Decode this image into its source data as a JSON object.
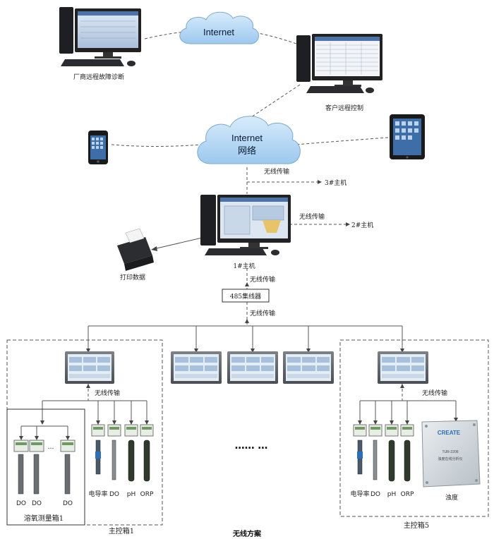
{
  "clouds": {
    "top": "Internet",
    "middle_line1": "Internet",
    "middle_line2": "网络"
  },
  "pc_labels": {
    "vendor": "厂商远程故障诊断",
    "client": "客户远程控制",
    "host1": "1#主机"
  },
  "links": {
    "wireless_3": "无线传输",
    "host3": "3#主机",
    "wireless_2": "无线传输",
    "host2": "2#主机",
    "wireless_host_hub": "无线传输",
    "wireless_hub_panels": "无线传输",
    "wireless_left": "无线传输",
    "wireless_right": "无线传输"
  },
  "printer_label": "打印数据",
  "hub_label": "485集线器",
  "ellipsis": "…… …",
  "small_ellipsis": "…",
  "sensors": {
    "do_a": "DO",
    "do_b": "DO",
    "do_c": "DO",
    "cond_left": "电导率",
    "do_left": "DO",
    "ph_left": "pH",
    "orp_left": "ORP",
    "cond_right": "电导率",
    "do_right": "DO",
    "ph_right": "pH",
    "orp_right": "ORP",
    "turbidity": "浊度"
  },
  "box_labels": {
    "do_box": "溶氧测量箱1",
    "main_box1": "主控箱1",
    "main_box5": "主控箱5"
  },
  "analyzer": {
    "brand": "CREATE",
    "model": "TUR-2206",
    "name": "浊度在线分析仪"
  },
  "caption": "无线方案"
}
